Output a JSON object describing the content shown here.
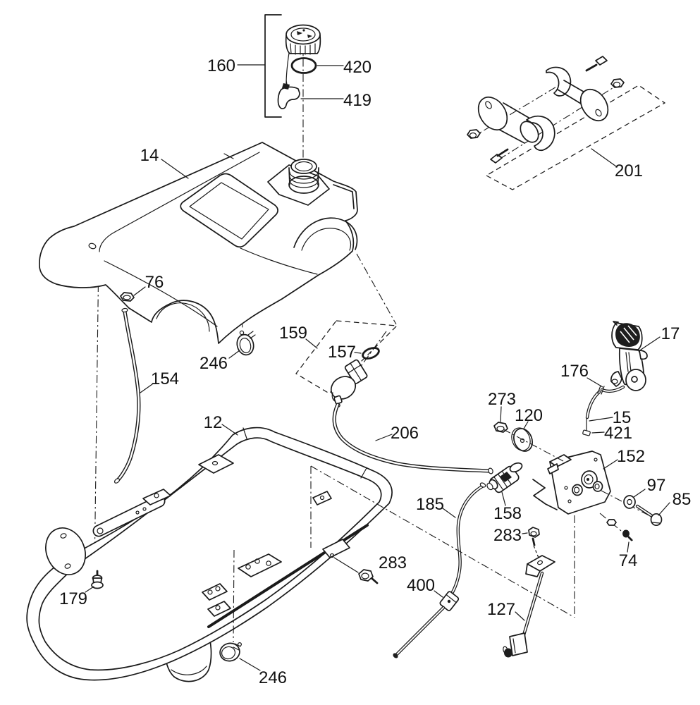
{
  "diagram": {
    "background_color": "#ffffff",
    "line_color": "#1a1a1a",
    "label_color": "#111111",
    "labels": [
      {
        "part": "160",
        "text": "160"
      },
      {
        "part": "420",
        "text": "420"
      },
      {
        "part": "419",
        "text": "419"
      },
      {
        "part": "14",
        "text": "14"
      },
      {
        "part": "201",
        "text": "201"
      },
      {
        "part": "76",
        "text": "76"
      },
      {
        "part": "246-upper",
        "text": "246"
      },
      {
        "part": "154",
        "text": "154"
      },
      {
        "part": "159",
        "text": "159"
      },
      {
        "part": "157",
        "text": "157"
      },
      {
        "part": "12",
        "text": "12"
      },
      {
        "part": "206",
        "text": "206"
      },
      {
        "part": "273",
        "text": "273"
      },
      {
        "part": "120",
        "text": "120"
      },
      {
        "part": "17",
        "text": "17"
      },
      {
        "part": "176",
        "text": "176"
      },
      {
        "part": "15",
        "text": "15"
      },
      {
        "part": "421",
        "text": "421"
      },
      {
        "part": "152",
        "text": "152"
      },
      {
        "part": "97",
        "text": "97"
      },
      {
        "part": "85",
        "text": "85"
      },
      {
        "part": "74",
        "text": "74"
      },
      {
        "part": "158",
        "text": "158"
      },
      {
        "part": "185",
        "text": "185"
      },
      {
        "part": "283-rod",
        "text": "283"
      },
      {
        "part": "400",
        "text": "400"
      },
      {
        "part": "127",
        "text": "127"
      },
      {
        "part": "283-frame",
        "text": "283"
      },
      {
        "part": "179",
        "text": "179"
      },
      {
        "part": "246-lower",
        "text": "246"
      }
    ]
  }
}
